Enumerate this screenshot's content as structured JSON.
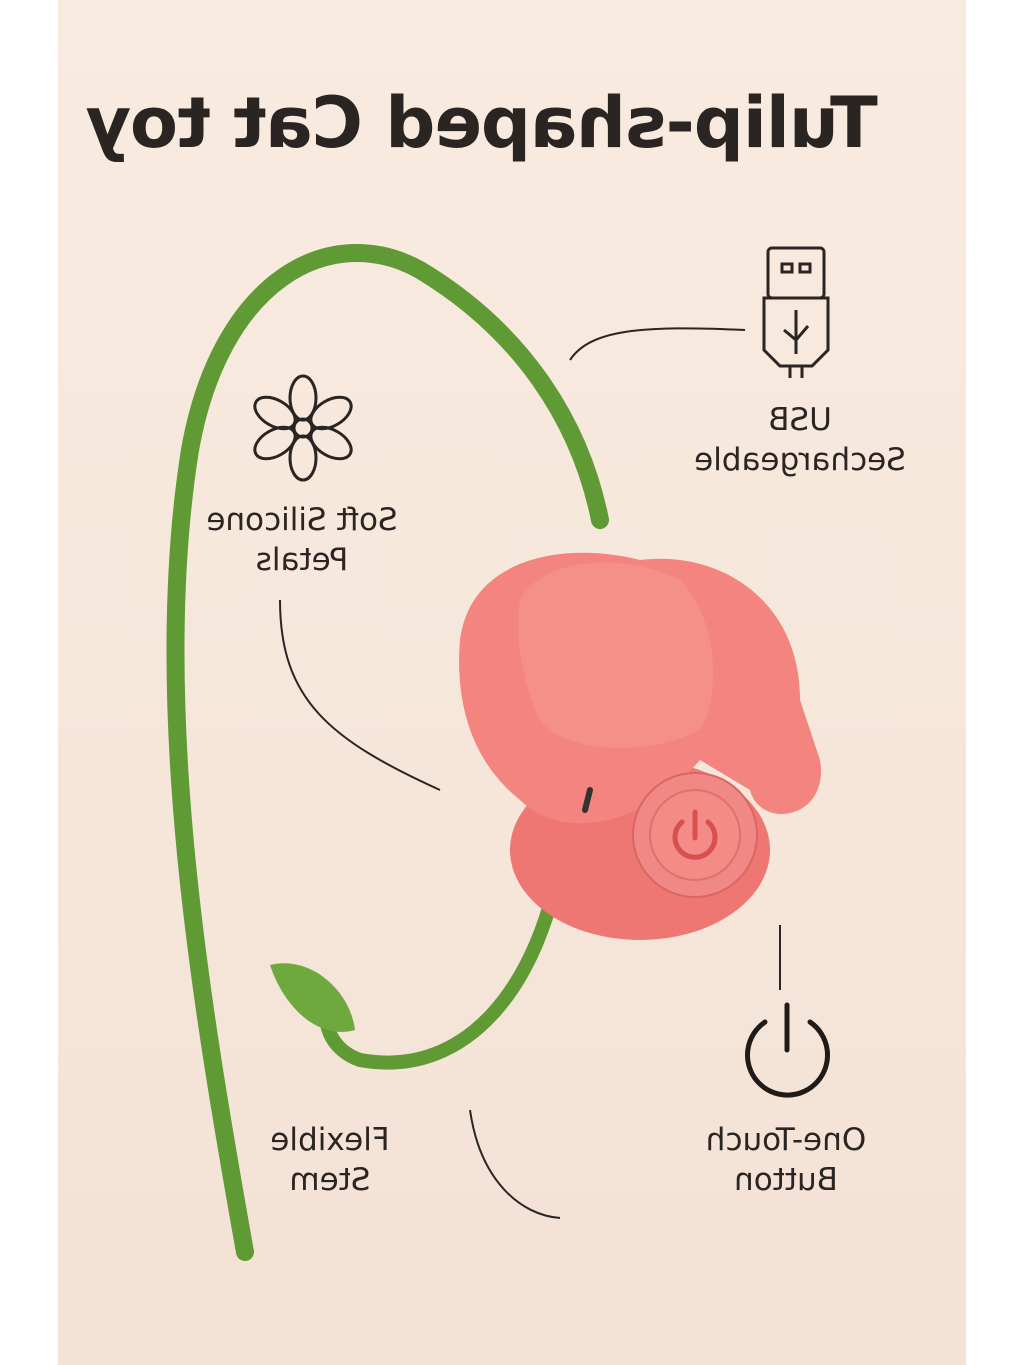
{
  "title": "Tulip-shaped Cat toy",
  "features": [
    {
      "line1": "USB",
      "line2": "Sechargeable",
      "icon": "usb-icon"
    },
    {
      "line1": "Soft Silicone",
      "line2": "Petals",
      "icon": "flower-icon"
    },
    {
      "line1": "Flexible",
      "line2": "Stem",
      "icon": "none"
    },
    {
      "line1": "One-Touch",
      "line2": "Button",
      "icon": "power-icon"
    }
  ],
  "colors": {
    "background": "#f7e9de",
    "petal": "#f07c7a",
    "stem": "#5f9a34",
    "text": "#2a2522"
  }
}
